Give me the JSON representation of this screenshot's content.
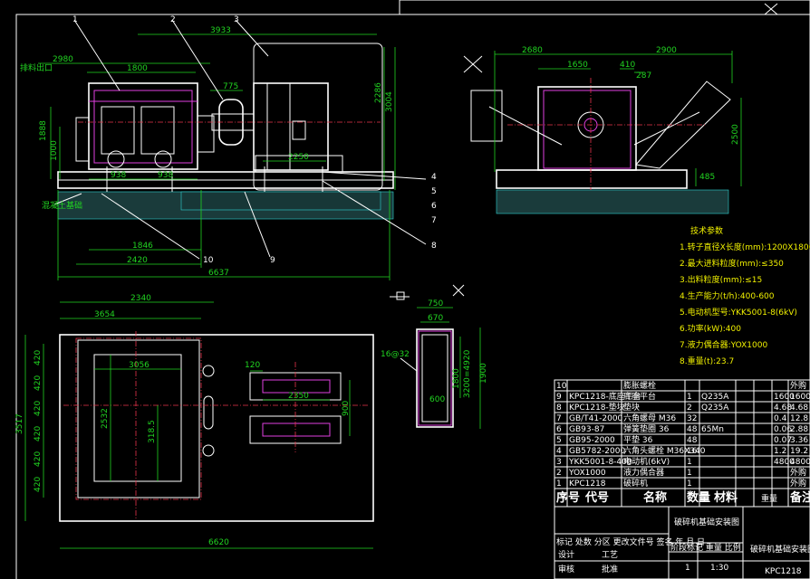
{
  "dimensions": {
    "front": {
      "d_2980": "2980",
      "d_1800": "1800",
      "d_3933": "3933",
      "d_775": "775",
      "d_1888": "1888",
      "d_1000": "1000",
      "d_2286": "2286",
      "d_3004": "3004",
      "d_938a": "938",
      "d_938b": "938",
      "d_2250": "2250",
      "d_1846": "1846",
      "d_2420": "2420",
      "d_6637": "6637",
      "label_left": "排料出口",
      "label_foundation": "混凝土基础"
    },
    "side": {
      "d_2680": "2680",
      "d_2900": "2900",
      "d_1650": "1650",
      "d_410": "410",
      "d_287": "287",
      "d_2500": "2500",
      "d_485": "485"
    },
    "plan": {
      "d_2340": "2340",
      "d_3654": "3654",
      "d_3056": "3056",
      "d_3517": "3517",
      "d_2532": "2532",
      "d_318": "318.5",
      "d_6620": "6620",
      "d_120": "120",
      "d_2350": "2350",
      "d_900": "900",
      "left_col": [
        "420",
        "420",
        "420",
        "420",
        "420",
        "420"
      ]
    },
    "anchor": {
      "d_750": "750",
      "d_670": "670",
      "d_16": "16@32",
      "d_1800": "1800",
      "d_600": "600",
      "d_3200": "3200=4920",
      "d_1900": "1900"
    }
  },
  "callouts": [
    "1",
    "2",
    "3",
    "4",
    "5",
    "6",
    "7",
    "8",
    "9",
    "10"
  ],
  "tech_params": {
    "title": "技术参数",
    "items": [
      "1.转子直径X长度(mm):1200X1800",
      "2.最大进料粒度(mm):≤350",
      "3.出料粒度(mm):≤15",
      "4.生产能力(t/h):400-600",
      "5.电动机型号:YKK5001-8(6kV)",
      "6.功率(kW):400",
      "7.液力偶合器:YOX1000",
      "8.重量(t):23.7"
    ]
  },
  "bom": {
    "rows": [
      [
        "10",
        "",
        "膨胀螺栓",
        "",
        "",
        "",
        "",
        "",
        "外购"
      ],
      [
        "9",
        "KPC1218-底座平台",
        "底座平台",
        "1",
        "Q235A",
        "",
        "",
        "1600",
        "1600.0"
      ],
      [
        "8",
        "KPC1218-垫块",
        "垫块",
        "2",
        "Q235A",
        "",
        "",
        "4.68",
        "4.68"
      ],
      [
        "7",
        "GB/T41-2000",
        "六角螺母 M36",
        "32",
        "",
        "",
        "",
        "0.4",
        "12.8"
      ],
      [
        "6",
        "GB93-87",
        "弹簧垫圈 36",
        "48",
        "65Mn",
        "",
        "",
        "0.06",
        "2.88"
      ],
      [
        "5",
        "GB95-2000",
        "平垫 36",
        "48",
        "",
        "",
        "",
        "0.07",
        "3.36"
      ],
      [
        "4",
        "GB5782-2000",
        "六角头螺栓 M36X340",
        "16",
        "",
        "",
        "",
        "1.2",
        "19.2"
      ],
      [
        "3",
        "YKK5001-8-400",
        "电动机(6kV)",
        "1",
        "",
        "",
        "",
        "4800",
        "4800"
      ],
      [
        "2",
        "YOX1000",
        "液力偶合器",
        "1",
        "",
        "",
        "",
        "",
        "外购"
      ],
      [
        "1",
        "KPC1218",
        "破碎机",
        "1",
        "",
        "",
        "",
        "",
        "外购"
      ]
    ],
    "header": {
      "seq": "序号",
      "code": "代号",
      "name": "名称",
      "qty": "数量",
      "material": "材料",
      "weight": "重量",
      "note": "备注"
    }
  },
  "title_block": {
    "drawing_name_1": "破碎机基础安装图",
    "drawing_name_2": "破碎机基础安装图",
    "drawing_no": "KPC1218",
    "scale": "1:30",
    "sheet": "1",
    "rev_label": "标记 处数 分区 更改文件号 签名 年 月 日",
    "row_labels": [
      "设计",
      "审核",
      "工艺",
      "批准"
    ],
    "small_label": "阶段标记 重量 比例"
  }
}
